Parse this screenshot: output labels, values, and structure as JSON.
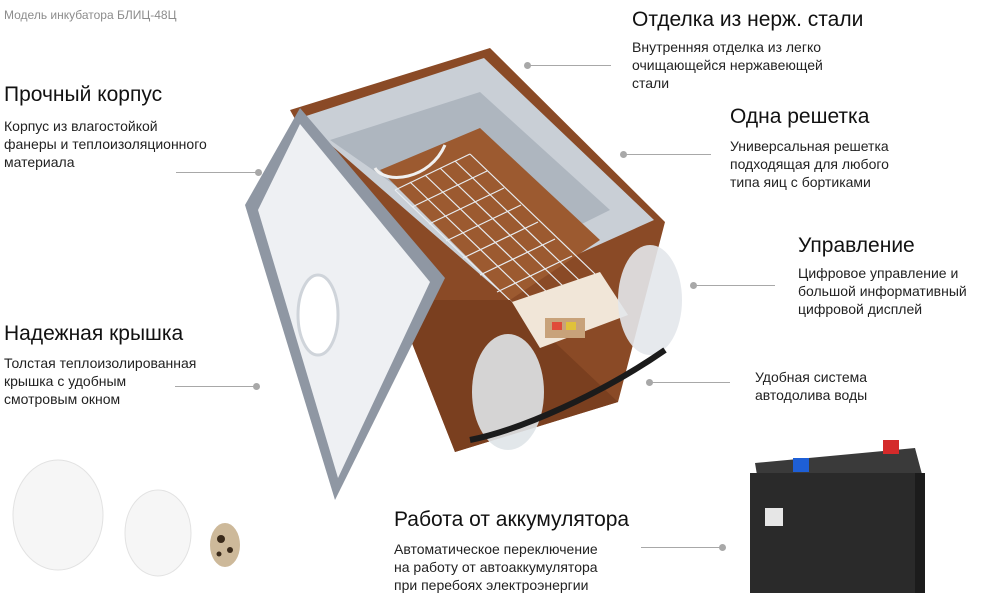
{
  "model_caption": "Модель инкубатора БЛИЦ-48Ц",
  "features": {
    "steel": {
      "title": "Отделка из нерж. стали",
      "desc": [
        "Внутренняя отделка из легко",
        "очищающейся нержавеющей",
        "стали"
      ]
    },
    "body": {
      "title": "Прочный корпус",
      "desc": [
        "Корпус из влагостойкой",
        "фанеры и теплоизоляционного",
        "материала"
      ]
    },
    "grid": {
      "title": "Одна решетка",
      "desc": [
        "Универсальная решетка",
        "подходящая для любого",
        "типа яиц с бортиками"
      ]
    },
    "control": {
      "title": "Управление",
      "desc": [
        "Цифровое управление и",
        "большой информативный",
        "цифровой дисплей"
      ]
    },
    "lid": {
      "title": "Надежная крышка",
      "desc": [
        "Толстая теплоизолированная",
        "крышка с удобным",
        "смотровым окном"
      ]
    },
    "water": {
      "desc": [
        "Удобная система",
        "автодолива воды"
      ]
    },
    "battery": {
      "title": "Работа от аккумулятора",
      "desc": [
        "Автоматическое переключение",
        "на работу от автоаккумулятора",
        "при перебоях электроэнергии"
      ]
    }
  },
  "colors": {
    "wood": "#8a4a26",
    "wood_dark": "#6b3518",
    "steel": "#c9cfd6",
    "lid": "#eef0f3",
    "lid_frame": "#8f97a3",
    "battery": "#2a2a2a",
    "leader": "#a8a8a8"
  }
}
